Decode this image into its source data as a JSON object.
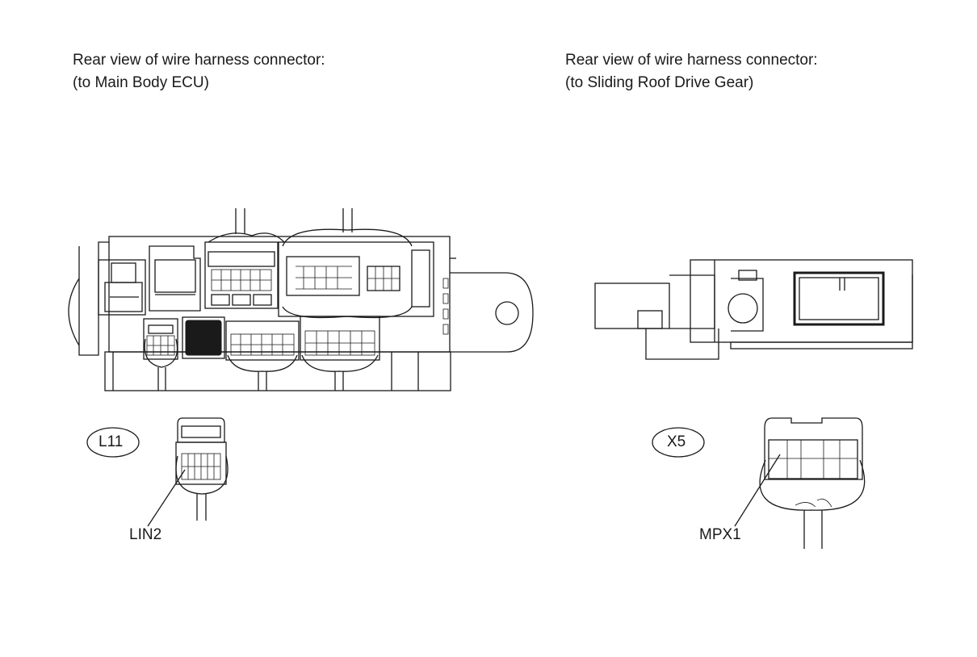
{
  "left_connector": {
    "title_line1": "Rear view of wire harness connector:",
    "title_line2": "(to Main Body ECU)",
    "connector_code": "L11",
    "terminal_label": "LIN2"
  },
  "right_connector": {
    "title_line1": "Rear view of wire harness connector:",
    "title_line2": "(to Sliding Roof Drive Gear)",
    "connector_code": "X5",
    "terminal_label": "MPX1"
  }
}
